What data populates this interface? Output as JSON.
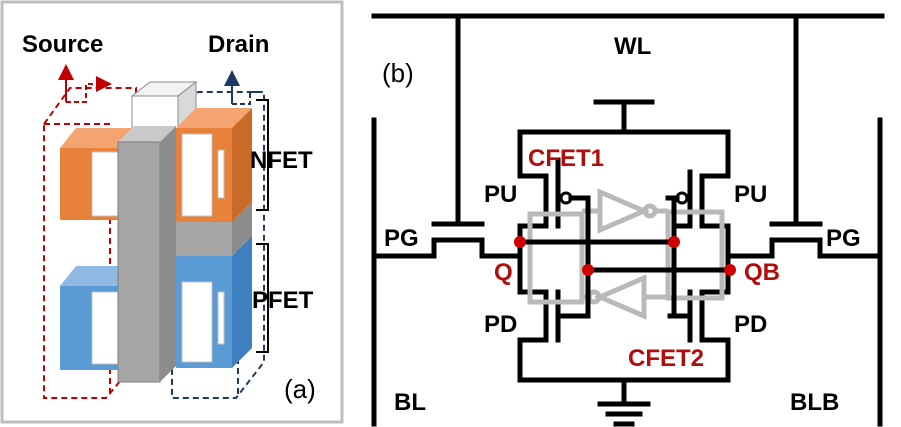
{
  "panel_a": {
    "panel_label": "(a)",
    "source_label": "Source",
    "drain_label": "Drain",
    "nfet_label": "NFET",
    "pfet_label": "PFET",
    "colors": {
      "nfet": "#e8813a",
      "pfet": "#5b9bd5",
      "gate": "#a6a6a6",
      "source_outline": "#c00000",
      "drain_outline": "#1f3864"
    }
  },
  "panel_b": {
    "panel_label": "(b)",
    "wl_label": "WL",
    "bl_label": "BL",
    "blb_label": "BLB",
    "pg_left_label": "PG",
    "pg_right_label": "PG",
    "pu_left_label": "PU",
    "pu_right_label": "PU",
    "pd_left_label": "PD",
    "pd_right_label": "PD",
    "q_label": "Q",
    "qb_label": "QB",
    "cfet1_label": "CFET1",
    "cfet2_label": "CFET2",
    "colors": {
      "wire": "#000000",
      "node_label": "#b20d0d",
      "node_dot": "#d00000",
      "ghost": "#b9b9b9"
    }
  }
}
